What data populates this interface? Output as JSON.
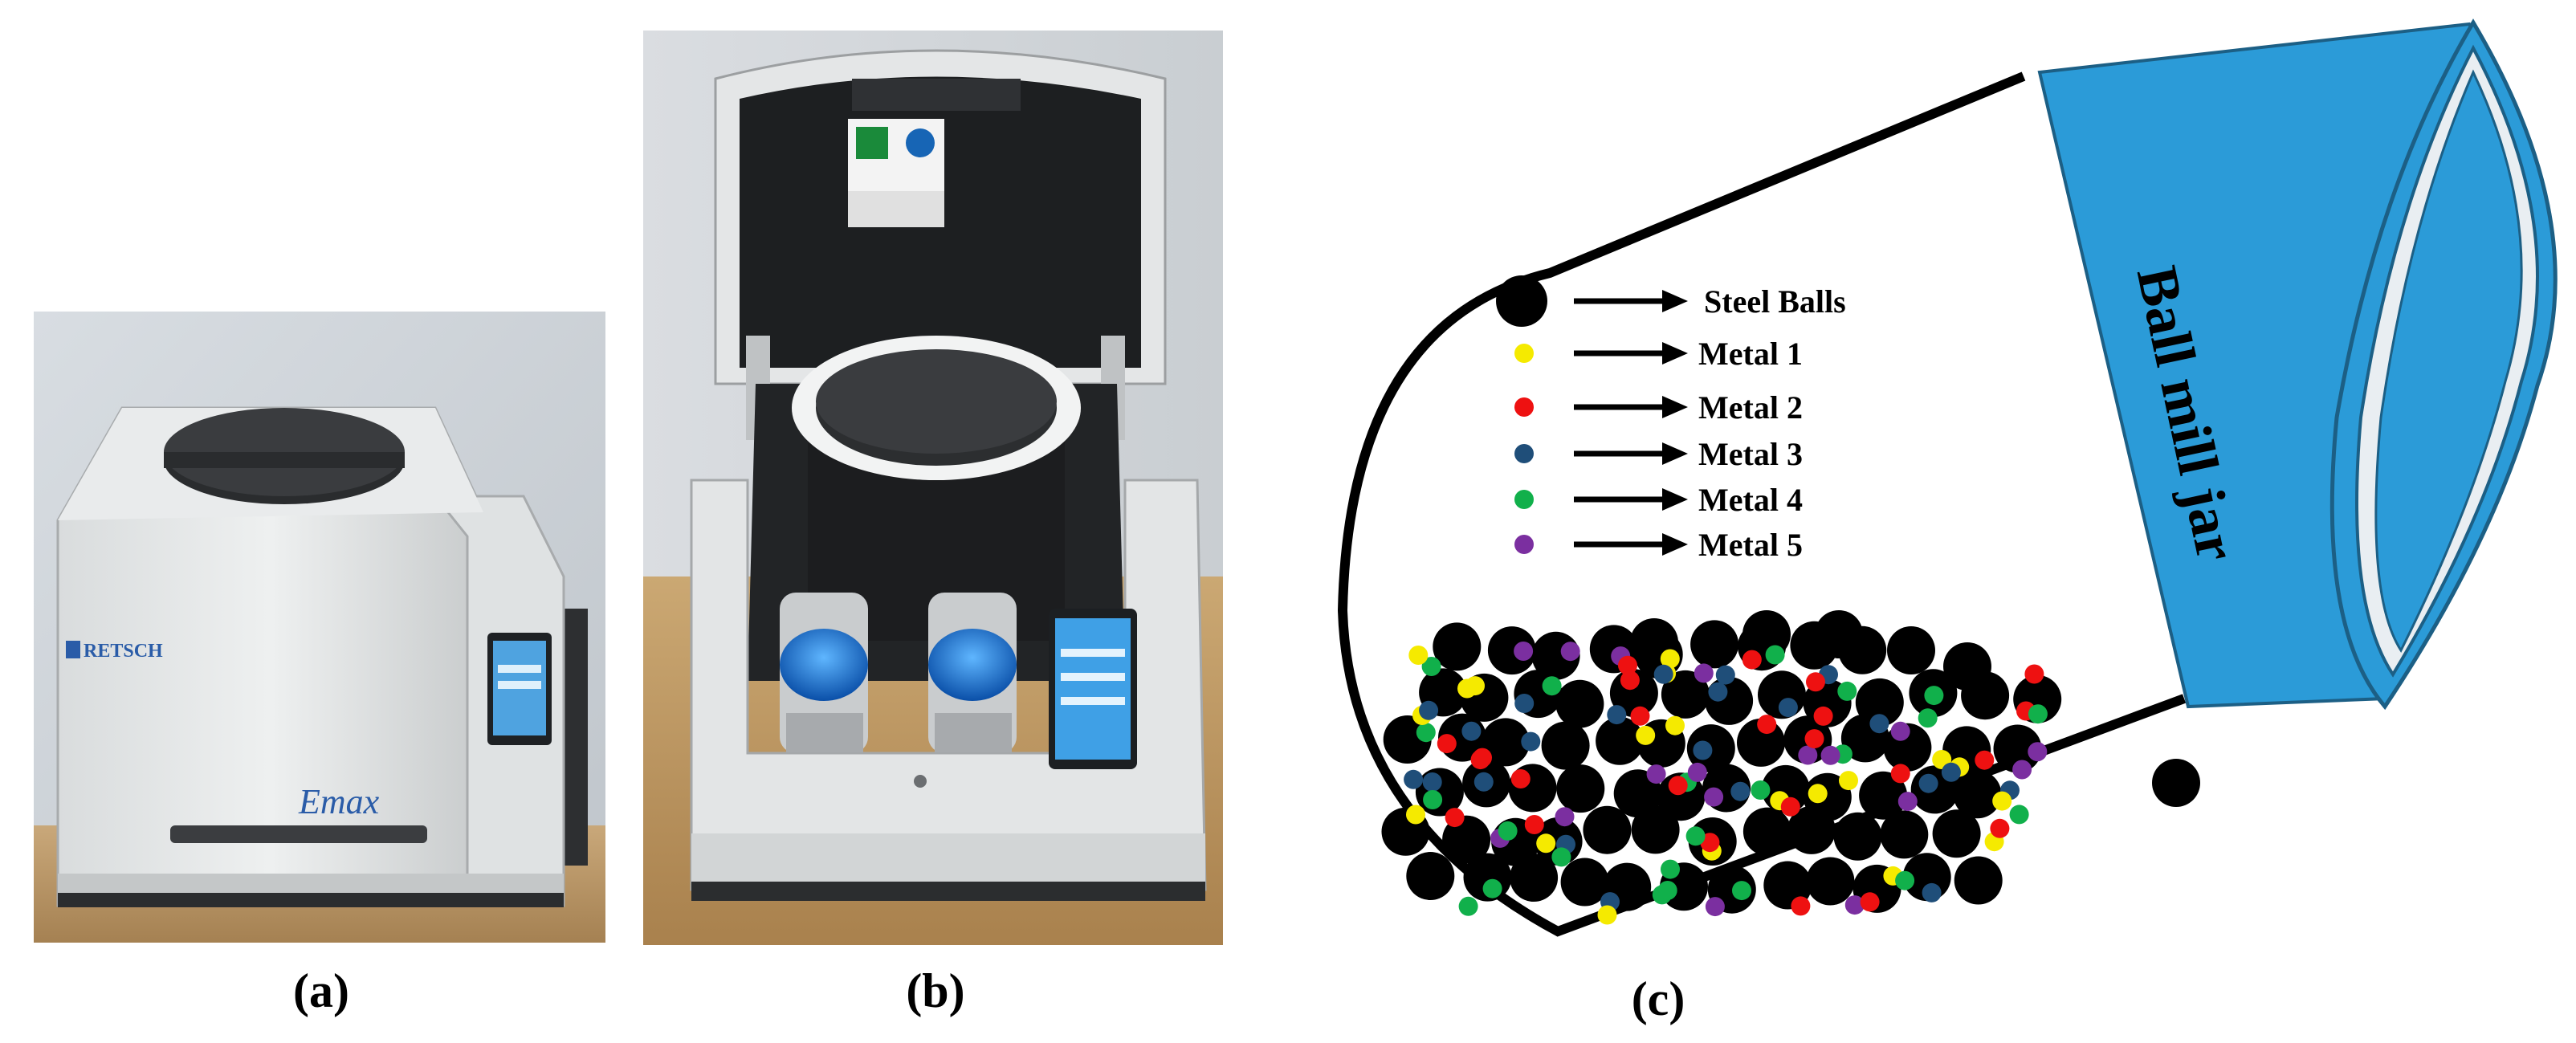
{
  "panels": {
    "a": {
      "caption": "(a)",
      "brand": "RETSCH",
      "model": "Emax"
    },
    "b": {
      "caption": "(b)"
    },
    "c": {
      "caption": "(c)",
      "jar_label": "Ball mill jar",
      "legend": [
        {
          "label": "Steel Balls",
          "color": "#000000"
        },
        {
          "label": "Metal 1",
          "color": "#f5ea00"
        },
        {
          "label": "Metal 2",
          "color": "#ee1111"
        },
        {
          "label": "Metal 3",
          "color": "#1f4e79"
        },
        {
          "label": "Metal 4",
          "color": "#11b04b"
        },
        {
          "label": "Metal 5",
          "color": "#7b2fa0"
        }
      ],
      "jar_color": "#2b9bd8"
    }
  }
}
